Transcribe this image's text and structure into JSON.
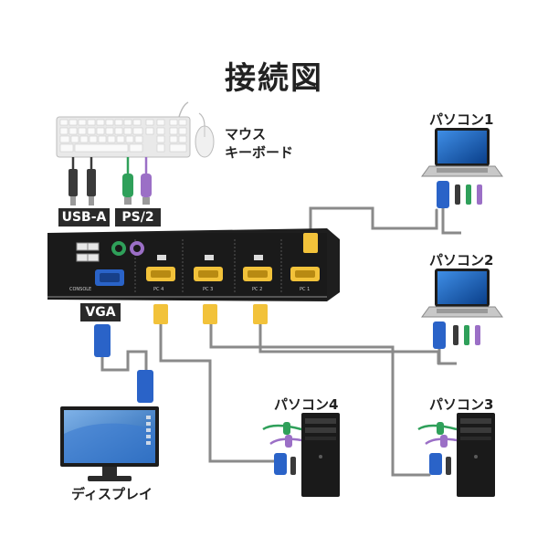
{
  "title": "接続図",
  "labels": {
    "mouse": "マウス",
    "keyboard": "キーボード",
    "usb_a": "USB-A",
    "ps2": "PS/2",
    "vga": "VGA",
    "display": "ディスプレイ",
    "pc1": "パソコン1",
    "pc2": "パソコン2",
    "pc3": "パソコン3",
    "pc4": "パソコン4",
    "console": "CONSOLE",
    "port_pc4": "PC 4",
    "port_pc3": "PC 3",
    "port_pc2": "PC 2",
    "port_pc1": "PC 1"
  },
  "colors": {
    "kvm_body": "#1e1e1e",
    "vga_blue": "#2a63c8",
    "vga_gold": "#f2c23a",
    "ps2_green": "#2fa05a",
    "ps2_purple": "#9b6fc6",
    "cable_gray": "#8a8a8a",
    "usb_dark": "#3a3a3a"
  }
}
